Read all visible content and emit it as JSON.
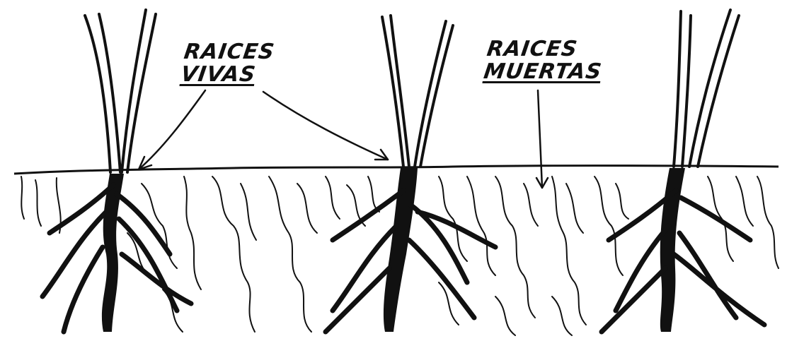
{
  "labels": {
    "live_roots": [
      "RAICES",
      "VIVAS"
    ],
    "dead_roots": [
      "RAICES",
      "MUERTAS"
    ]
  },
  "colors": {
    "ink": "#111111",
    "paper": "#ffffff"
  }
}
